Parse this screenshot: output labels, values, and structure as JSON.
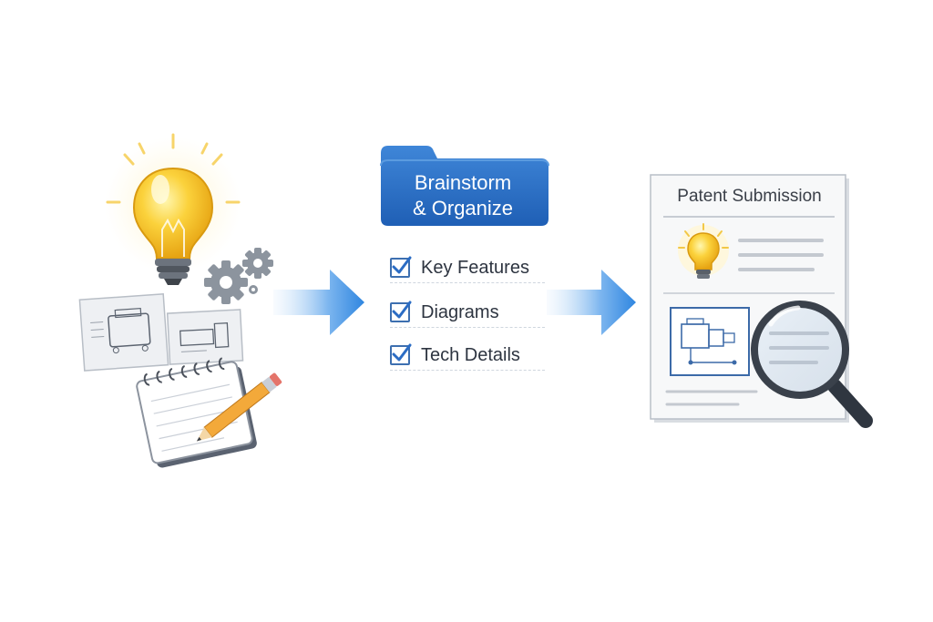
{
  "folder": {
    "line1": "Brainstorm",
    "line2": "& Organize"
  },
  "checklist": [
    {
      "label": "Key Features",
      "checked": true
    },
    {
      "label": "Diagrams",
      "checked": true
    },
    {
      "label": "Tech Details",
      "checked": true
    }
  ],
  "document": {
    "title": "Patent Submission"
  },
  "colors": {
    "accent_blue": "#2b6cc4",
    "bulb_yellow": "#f6c41a",
    "gear_gray": "#8c949e"
  }
}
